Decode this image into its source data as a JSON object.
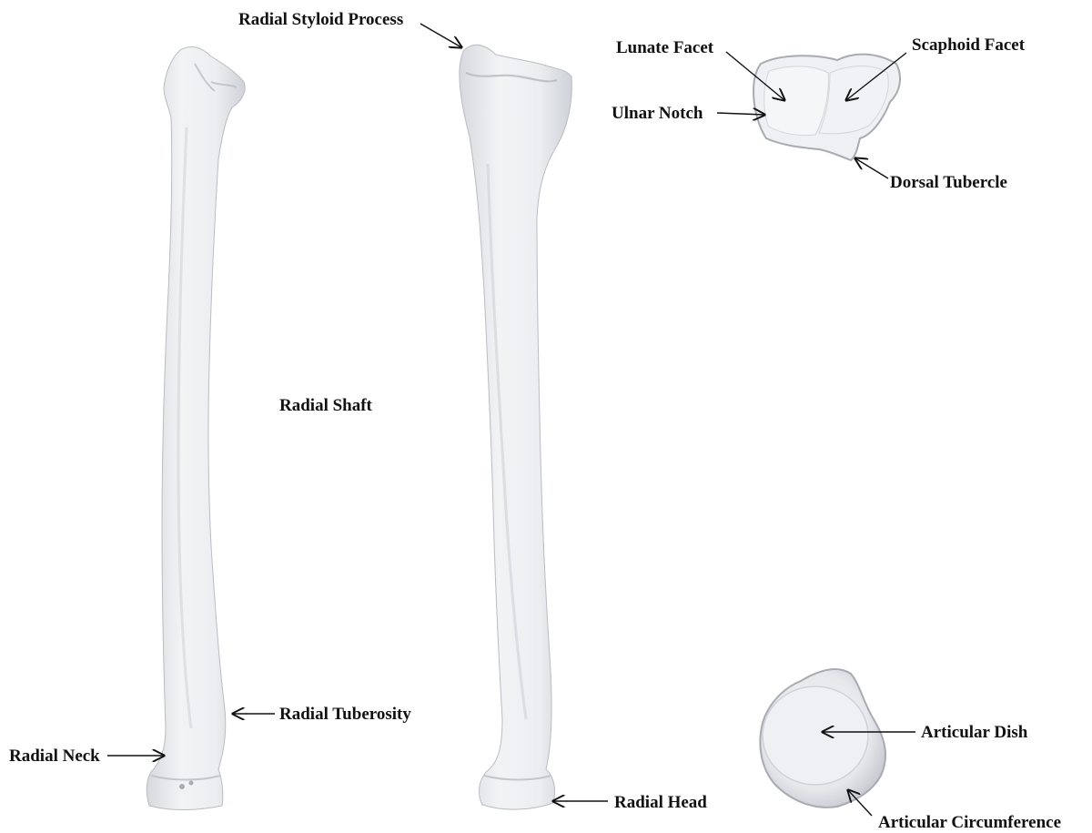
{
  "labels": {
    "radial_styloid_process": "Radial Styloid Process",
    "lunate_facet": "Lunate Facet",
    "scaphoid_facet": "Scaphoid Facet",
    "ulnar_notch": "Ulnar Notch",
    "dorsal_tubercle": "Dorsal Tubercle",
    "radial_shaft": "Radial Shaft",
    "radial_tuberosity": "Radial Tuberosity",
    "radial_neck": "Radial Neck",
    "radial_head": "Radial Head",
    "articular_dish": "Articular Dish",
    "articular_circumference": "Articular Circumference"
  },
  "colors": {
    "background": "#ffffff",
    "bone_fill": "#ecedf0",
    "bone_shadow": "#c9cbd1",
    "bone_outline": "#b9bcc3",
    "text": "#111111",
    "arrow": "#111111"
  }
}
